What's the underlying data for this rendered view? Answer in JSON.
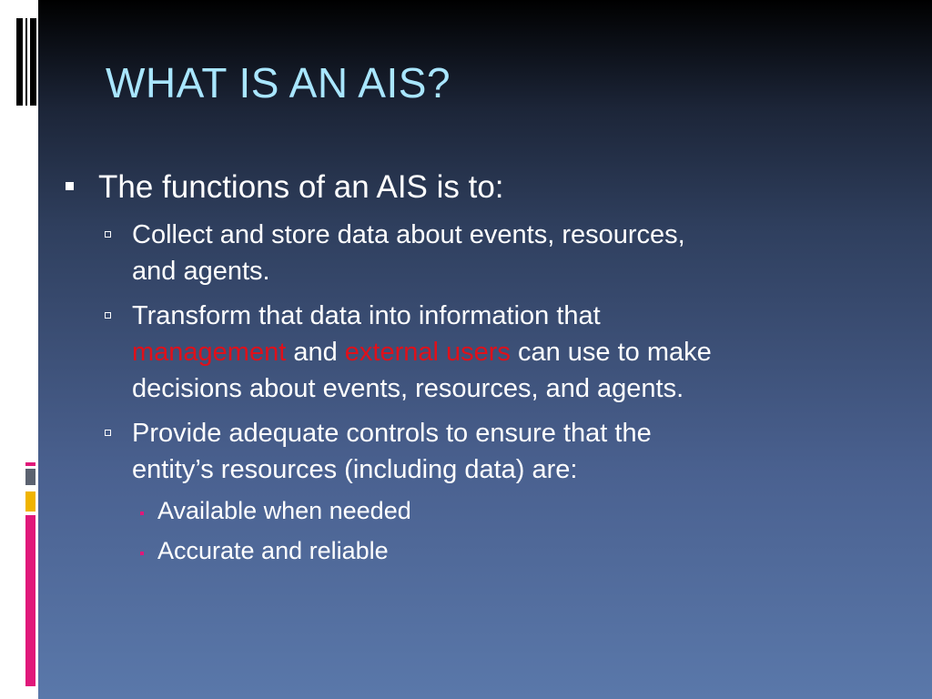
{
  "slide": {
    "title": "WHAT IS AN AIS?",
    "bullet1": "The functions of an AIS is to:",
    "sub1_line1": "Collect and store data about events, resources,",
    "sub1_line2": "and agents.",
    "sub2_line1": "Transform that data into information that",
    "sub2_red1": "management",
    "sub2_mid": " and ",
    "sub2_red2": "external users",
    "sub2_end": " can use to make",
    "sub2_line3": "decisions about events, resources, and agents.",
    "sub3_line1": "Provide adequate controls to ensure that the",
    "sub3_line2": "entity’s resources (including data) are:",
    "subsub1": "Available when needed",
    "subsub2": "Accurate and reliable"
  },
  "colors": {
    "title": "#a9e6ff",
    "body_text": "#ffffff",
    "highlight": "#e0101a",
    "accent_pink": "#e0187a",
    "accent_orange": "#f0b400"
  }
}
